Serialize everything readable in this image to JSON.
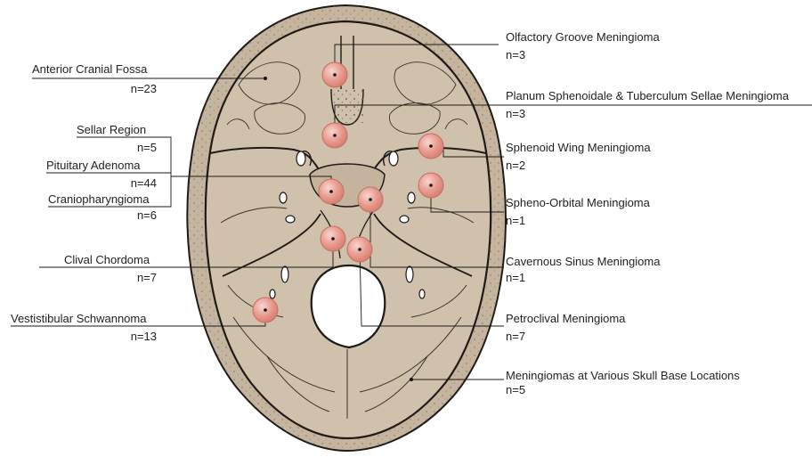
{
  "figure": {
    "colors": {
      "bone": "#c9b9a3",
      "bone_shadow": "#b3a28a",
      "fossa": "#cdbfaa",
      "outline": "#1e1a17",
      "marker_fill": "#e59a8e",
      "marker_highlight": "#f6cdc4",
      "marker_edge": "#c46f63"
    },
    "labels": [
      {
        "id": "anterior-cranial-fossa",
        "name": "Anterior Cranial Fossa",
        "count": "n=23"
      },
      {
        "id": "sellar-region",
        "name": "Sellar Region",
        "count": "n=5"
      },
      {
        "id": "pituitary-adenoma",
        "name": "Pituitary Adenoma",
        "count": "n=44"
      },
      {
        "id": "craniopharyngioma",
        "name": "Craniopharyngioma",
        "count": "n=6"
      },
      {
        "id": "clival-chordoma",
        "name": "Clival Chordoma",
        "count": "n=7"
      },
      {
        "id": "vestibular-schwannoma",
        "name": "Vestistibular Schwannoma",
        "count": "n=13"
      },
      {
        "id": "olfactory-groove-meningioma",
        "name": "Olfactory Groove Meningioma",
        "count": "n=3"
      },
      {
        "id": "planum-sphenoidale-meningioma",
        "name": "Planum Sphenoidale & Tuberculum Sellae Meningioma",
        "count": "n=3"
      },
      {
        "id": "sphenoid-wing-meningioma",
        "name": "Sphenoid Wing Meningioma",
        "count": "n=2"
      },
      {
        "id": "spheno-orbital-meningioma",
        "name": "Spheno-Orbital Meningioma",
        "count": "n=1"
      },
      {
        "id": "cavernous-sinus-meningioma",
        "name": "Cavernous Sinus Meningioma",
        "count": "n=1"
      },
      {
        "id": "petroclival-meningioma",
        "name": "Petroclival Meningioma",
        "count": "n=7"
      },
      {
        "id": "skull-base-meningiomas",
        "name": "Meningiomas at Various Skull Base Locations",
        "count": "n=5"
      }
    ]
  }
}
